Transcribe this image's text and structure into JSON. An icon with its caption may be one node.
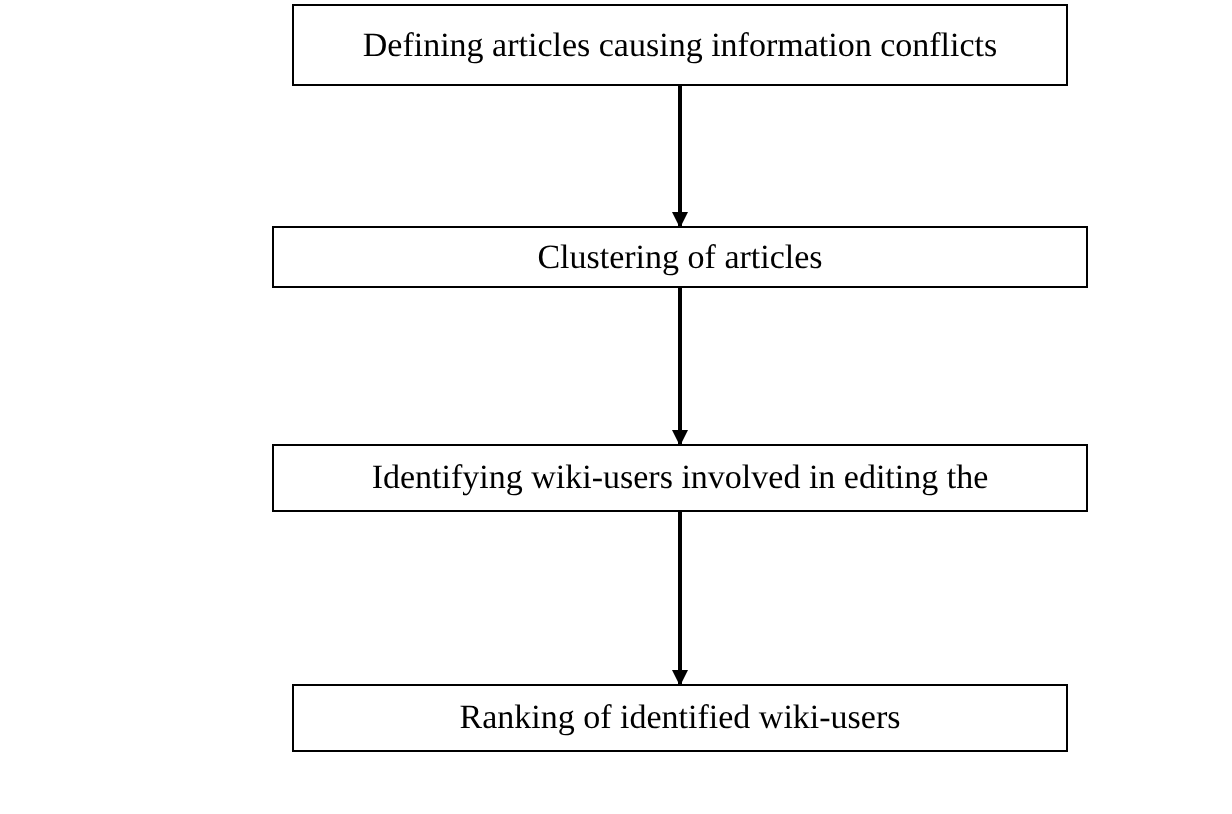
{
  "diagram": {
    "nodes": [
      {
        "text": [
          "Defining articles causing information conflicts"
        ]
      },
      {
        "text": [
          "Clustering of articles"
        ]
      },
      {
        "text": [
          "Identifying wiki-users involved in editing the"
        ]
      },
      {
        "text": [
          "Ranking of identified wiki-users"
        ]
      }
    ],
    "edges": [
      {
        "from": 0,
        "to": 1,
        "arrow": "to"
      },
      {
        "from": 1,
        "to": 2,
        "arrow": "to"
      },
      {
        "from": 2,
        "to": 3,
        "arrow": "to"
      }
    ]
  }
}
